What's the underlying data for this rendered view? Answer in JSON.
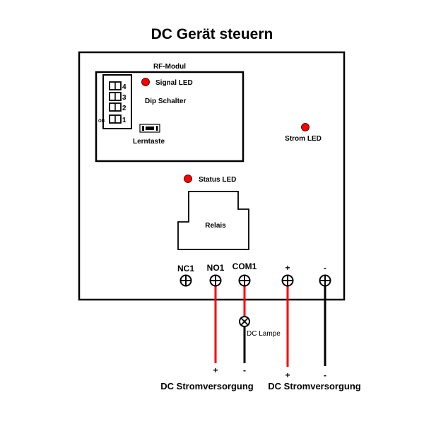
{
  "title": "DC Gerät steuern",
  "rf_module": {
    "label": "RF-Modul",
    "signal_led_label": "Signal LED",
    "dip_switch_label": "Dip Schalter",
    "dip_on_label": "ON",
    "dip_positions": [
      "4",
      "3",
      "2",
      "1"
    ],
    "learn_button_label": "Lerntaste"
  },
  "power_led_label": "Strom LED",
  "status_led_label": "Status LED",
  "relay_label": "Relais",
  "terminals": [
    {
      "id": "nc1",
      "label": "NC1"
    },
    {
      "id": "no1",
      "label": "NO1"
    },
    {
      "id": "com1",
      "label": "COM1"
    },
    {
      "id": "plus",
      "label": "+"
    },
    {
      "id": "minus",
      "label": "-"
    }
  ],
  "lamp_label": "DC Lampe",
  "supply_left": {
    "plus": "+",
    "minus": "-",
    "label": "DC Stromversorgung"
  },
  "supply_right": {
    "plus": "+",
    "minus": "-",
    "label": "DC Stromversorgung"
  },
  "colors": {
    "led": "#ff0000",
    "wire_positive": "#ff0000",
    "wire_negative": "#000000",
    "outline": "#000000"
  }
}
